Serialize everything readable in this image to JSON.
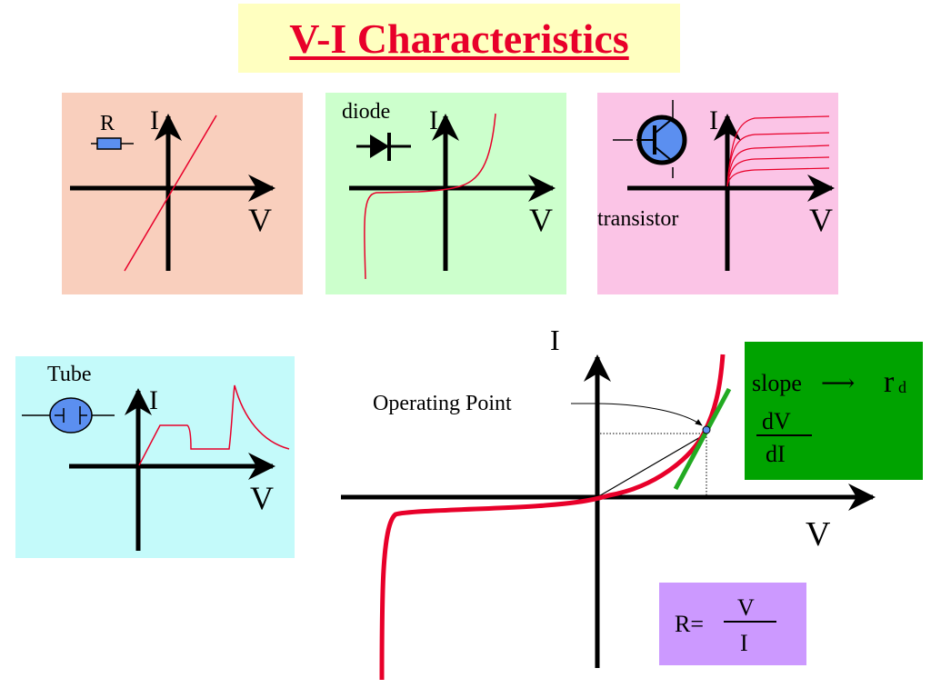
{
  "title": {
    "text": "V-I Characteristics",
    "bg_color": "#ffffc0",
    "text_color": "#e8002a"
  },
  "colors": {
    "curve_red": "#e8002a",
    "tangent_green": "#22aa22",
    "resistor_panel": "#f9cfbd",
    "diode_panel": "#ccffcc",
    "transistor_panel": "#fbc4e6",
    "tube_panel": "#c4fafa",
    "slope_box": "#00a300",
    "resistance_box": "#cc99ff",
    "component_blue": "#5b8ff0"
  },
  "panels": {
    "resistor": {
      "component_label": "R",
      "current_label": "I",
      "voltage_label": "V",
      "component_icon": "resistor-icon"
    },
    "diode": {
      "component_label": "diode",
      "current_label": "I",
      "voltage_label": "V",
      "component_icon": "diode-symbol-icon"
    },
    "transistor": {
      "component_label": "transistor",
      "current_label": "I",
      "voltage_label": "V",
      "component_icon": "transistor-symbol-icon"
    },
    "tube": {
      "component_label": "Tube",
      "current_label": "I",
      "voltage_label": "V",
      "component_icon": "vacuum-tube-icon"
    }
  },
  "main_plot": {
    "current_label": "I",
    "voltage_label": "V",
    "annotation": "Operating Point"
  },
  "slope_box": {
    "slope_word": "slope",
    "arrow": "⟶",
    "r_symbol": "r",
    "r_subscript": "d",
    "numerator": "dV",
    "denominator": "dI"
  },
  "resistance_box": {
    "prefix": "R=",
    "numerator": "V",
    "denominator": "I"
  }
}
